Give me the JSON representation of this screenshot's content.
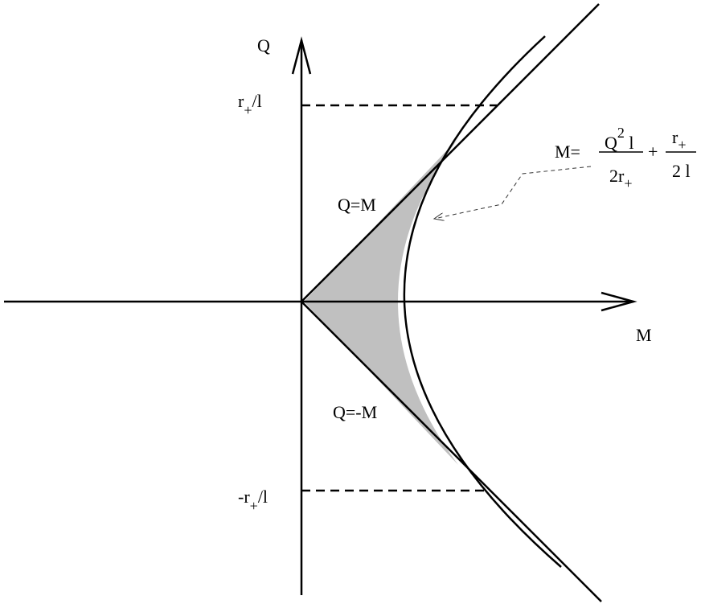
{
  "axes": {
    "x_label": "M",
    "y_label": "Q"
  },
  "levels": {
    "upper": {
      "main": "r",
      "sub": "+",
      "tail": "/l"
    },
    "lower": {
      "main": "-r",
      "sub": "+",
      "tail": "/l"
    }
  },
  "lines": {
    "upper": "Q=M",
    "lower": "Q=-M"
  },
  "formula": {
    "lhs": "M=",
    "term1_num": "Q",
    "term1_num_sup": "2",
    "term1_num_tail": " l",
    "term1_den": "2r",
    "term1_den_sub": "+",
    "plus": "+",
    "term2_num": "r",
    "term2_num_sub": "+",
    "term2_den": "2 l"
  },
  "colors": {
    "ink": "#000000",
    "shaded_region": "#c0c0c0",
    "pointer": "#333333"
  }
}
